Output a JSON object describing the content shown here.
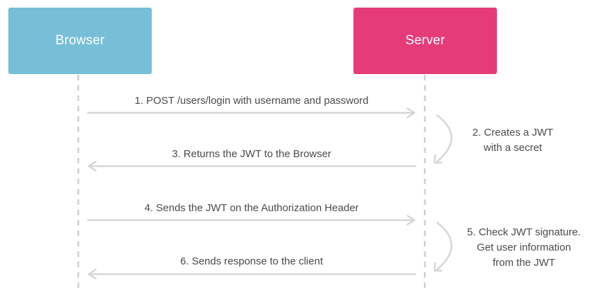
{
  "participants": {
    "browser": {
      "label": "Browser",
      "color": "#77bfd6"
    },
    "server": {
      "label": "Server",
      "color": "#e53b78"
    }
  },
  "messages": [
    {
      "step": "1",
      "text": "1. POST /users/login with username and password",
      "direction": "browser-to-server"
    },
    {
      "step": "3",
      "text": "3. Returns the JWT to the Browser",
      "direction": "server-to-browser"
    },
    {
      "step": "4",
      "text": "4. Sends the JWT on the Authorization Header",
      "direction": "browser-to-server"
    },
    {
      "step": "6",
      "text": "6. Sends response to the client",
      "direction": "server-to-browser"
    }
  ],
  "notes": [
    {
      "step": "2",
      "text": "2. Creates a JWT\nwith a secret"
    },
    {
      "step": "5",
      "text": "5. Check JWT signature.\nGet user information\nfrom the JWT"
    }
  ],
  "colors": {
    "arrow": "#d6d6d6",
    "lifeline": "#cfcfcf",
    "text": "#4a4a4a"
  }
}
